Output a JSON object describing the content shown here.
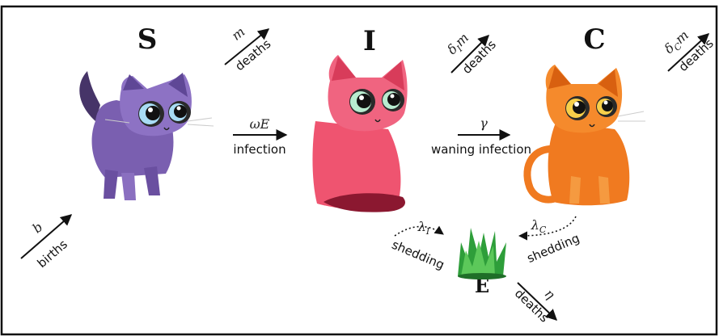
{
  "compartments": {
    "S": "S",
    "I": "I",
    "C": "C",
    "E": "E"
  },
  "flows": {
    "births": {
      "rate": "b",
      "label": "births"
    },
    "deaths_S": {
      "rate": "m",
      "label": "deaths"
    },
    "deaths_I": {
      "rate_main": "δ",
      "rate_sub": "I",
      "rate_tail": "m",
      "label": "deaths"
    },
    "deaths_C": {
      "rate_main": "δ",
      "rate_sub": "C",
      "rate_tail": "m",
      "label": "deaths"
    },
    "deaths_E": {
      "rate": "η",
      "label": "deaths"
    },
    "infection": {
      "rate": "ωE",
      "label": "infection"
    },
    "waning": {
      "rate": "γ",
      "label": "waning infection"
    },
    "shed_I": {
      "rate_main": "λ",
      "rate_sub": "I",
      "label": "shedding"
    },
    "shed_C": {
      "rate_main": "λ",
      "rate_sub": "C",
      "label": "shedding"
    }
  },
  "colors": {
    "frame": "#111111",
    "cat_S": "#7a5fb0",
    "cat_I": "#ef5470",
    "cat_C": "#f07a20",
    "grass": "#2e9e3a"
  },
  "icons": {
    "cat_S": "purple-cat-icon",
    "cat_I": "pink-cat-icon",
    "cat_C": "orange-cat-icon",
    "grass": "grass-icon"
  }
}
